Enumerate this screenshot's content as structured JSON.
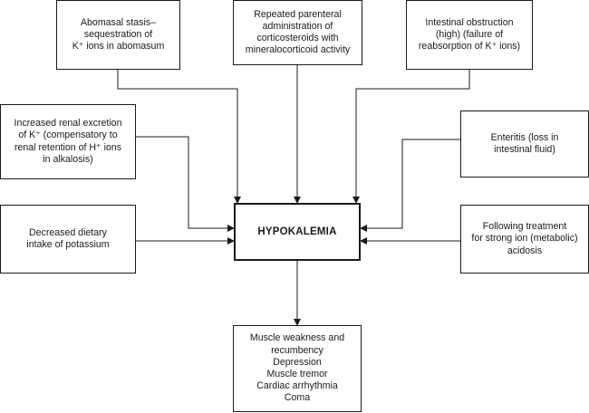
{
  "center": {
    "label": "HYPOKALEMIA"
  },
  "causes": {
    "abomasal_stasis": [
      "Abomasal stasis–",
      "sequestration of",
      "K⁺ ions in abomasum"
    ],
    "corticosteroids": [
      "Repeated parenteral",
      "administration of",
      "corticosteroids with",
      "mineralocorticoid activity"
    ],
    "intestinal_obstruction": [
      "Intestinal obstruction",
      "(high) (failure of",
      "reabsorption of K⁺ ions)"
    ],
    "renal_excretion": [
      "Increased renal excretion",
      "of K⁺ (compensatory to",
      "renal retention of H⁺ ions",
      "in alkalosis)"
    ],
    "enteritis": [
      "Enteritis (loss in",
      "intestinal fluid)"
    ],
    "dietary_intake": [
      "Decreased dietary",
      "intake of potassium"
    ],
    "acidosis_treatment": [
      "Following treatment",
      "for strong ion (metabolic)",
      "acidosis"
    ]
  },
  "effects": [
    "Muscle weakness and",
    "recumbency",
    "Depression",
    "Muscle tremor",
    "Cardiac arrhythmia",
    "Coma"
  ]
}
